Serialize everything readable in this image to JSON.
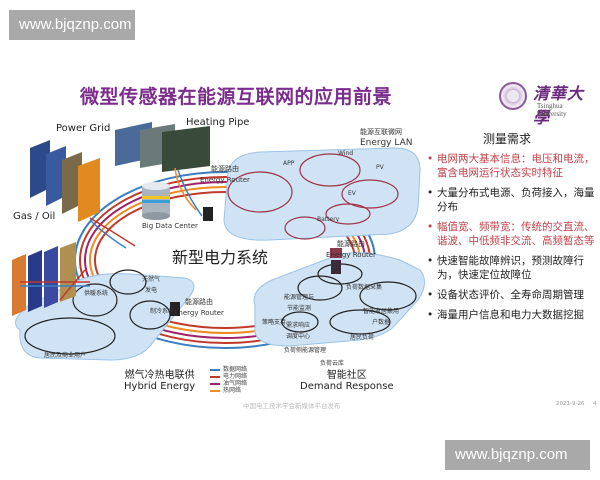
{
  "watermarks": {
    "top": "www.bjqznp.com",
    "bottom": "www.bjqznp.com"
  },
  "slide": {
    "title": "微型传感器在能源互联网的应用前景",
    "title_color": "#7b2d8e",
    "logo": {
      "chinese": "清華大學",
      "english": "Tsinghua University"
    },
    "footer": {
      "date": "2021-9-26",
      "page": "4",
      "publisher": "中国电工技术学会新媒体平台发布"
    }
  },
  "panel": {
    "title": "测量需求",
    "bullets": [
      {
        "text": "电网两大基本信息：电压和电流，富含电网运行状态实时特征",
        "color": "red"
      },
      {
        "text": "大量分布式电源、负荷接入，海量分布",
        "color": "black"
      },
      {
        "text": "幅值宽、频带宽：传统的交直流、谐波、中低频非交流、高频暂态等",
        "color": "red"
      },
      {
        "text": "快速智能故障辨识，预测故障行为，快速定位故障位",
        "color": "black"
      },
      {
        "text": "设备状态评价、全寿命周期管理",
        "color": "black"
      },
      {
        "text": "海量用户信息和电力大数据挖掘",
        "color": "black"
      }
    ]
  },
  "diagram": {
    "center_label": "新型电力系统",
    "sources": {
      "power_grid": "Power Grid",
      "heating_pipe": "Heating Pipe",
      "gas_oil": "Gas / Oil",
      "big_data_center": "Big Data Center"
    },
    "routers": [
      {
        "cn": "能源路由",
        "en": "Energy Router"
      },
      {
        "cn": "能源路由",
        "en": "Energy Router"
      },
      {
        "cn": "能源路由",
        "en": "Energy Router"
      }
    ],
    "energy_lan": {
      "cn": "能源互联微网",
      "en": "Energy LAN",
      "nodes": [
        "APP",
        "Wind",
        "PV",
        "EV",
        "Battery"
      ]
    },
    "hybrid_energy": {
      "cn": "燃气冷热电联供",
      "en": "Hybrid Energy",
      "nodes": [
        "供暖系统",
        "天然气发电",
        "制冷系统",
        "居民及商业用户"
      ]
    },
    "demand_response": {
      "cn": "智能社区",
      "en": "Demand Response",
      "nodes": [
        "能源管理与节能监测",
        "负荷数据采集",
        "策略支持",
        "需求响应调度中心",
        "智能家居集用户数据",
        "居民负荷",
        "负荷侧能源管理",
        "负荷云库"
      ]
    },
    "legend": [
      {
        "label": "数据网络",
        "color": "#3a7fc1"
      },
      {
        "label": "电力网络",
        "color": "#c0392b"
      },
      {
        "label": "油气网络",
        "color": "#a0226b"
      },
      {
        "label": "热网络",
        "color": "#f08a24"
      }
    ]
  }
}
